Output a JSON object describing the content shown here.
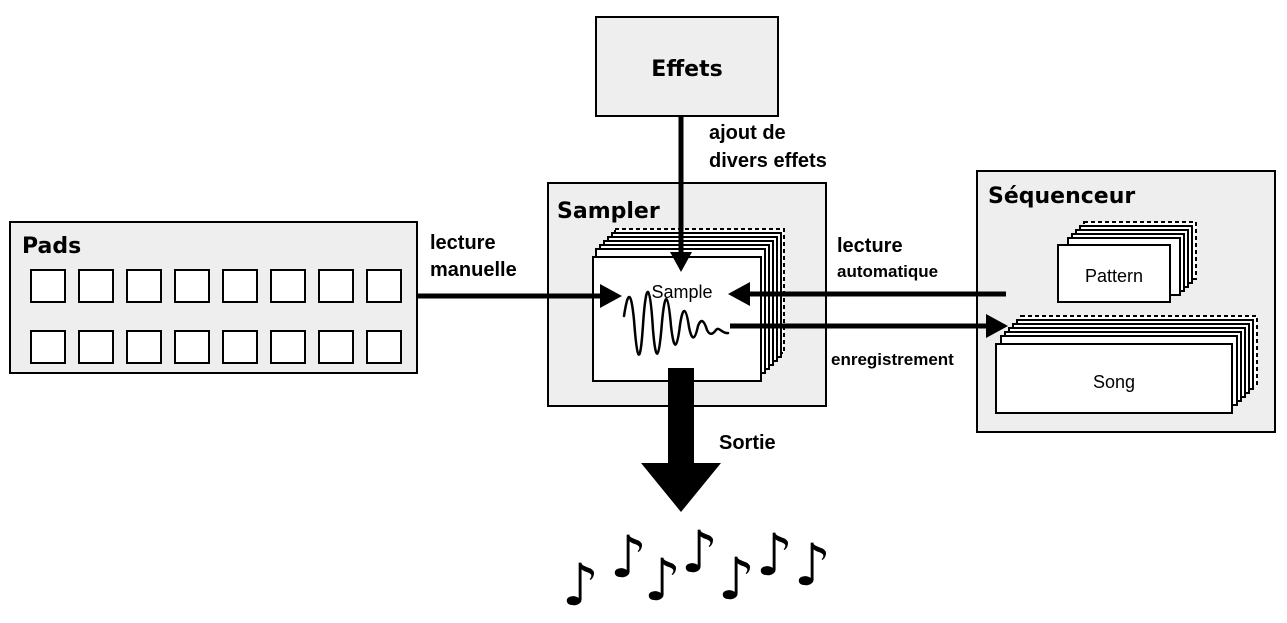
{
  "blocks": {
    "effets": "Effets",
    "pads": "Pads",
    "sampler": "Sampler",
    "sequenceur": "Séquenceur",
    "sample": "Sample",
    "pattern": "Pattern",
    "song": "Song"
  },
  "arrows": {
    "ajout_line1": "ajout de",
    "ajout_line2": "divers effets",
    "lecture_manuelle_line1": "lecture",
    "lecture_manuelle_line2": "manuelle",
    "lecture_auto_line1": "lecture",
    "lecture_auto_line2": "automatique",
    "enregistrement": "enregistrement",
    "sortie": "Sortie"
  },
  "colors": {
    "block_fill": "#eeeeee",
    "line": "#000000"
  },
  "output_icon": "music-notes-icon"
}
